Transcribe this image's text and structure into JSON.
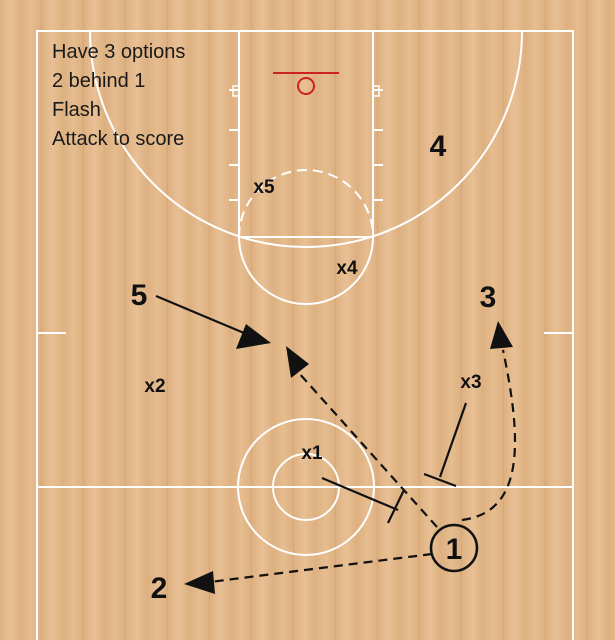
{
  "notes": [
    "Have 3 options",
    "2 behind 1",
    "Flash",
    "Attack to score"
  ],
  "offense": {
    "p1": "1",
    "p2": "2",
    "p3": "3",
    "p4": "4",
    "p5": "5"
  },
  "defense": {
    "x1": "x1",
    "x2": "x2",
    "x3": "x3",
    "x4": "x4",
    "x5": "x5"
  },
  "colors": {
    "floor": "#e3b888",
    "lines": "#ffffff",
    "rim": "#cc2222",
    "ink": "#111111"
  },
  "icons": [
    "basket-rim-icon",
    "arrow-head-icon",
    "screen-bar-icon"
  ]
}
